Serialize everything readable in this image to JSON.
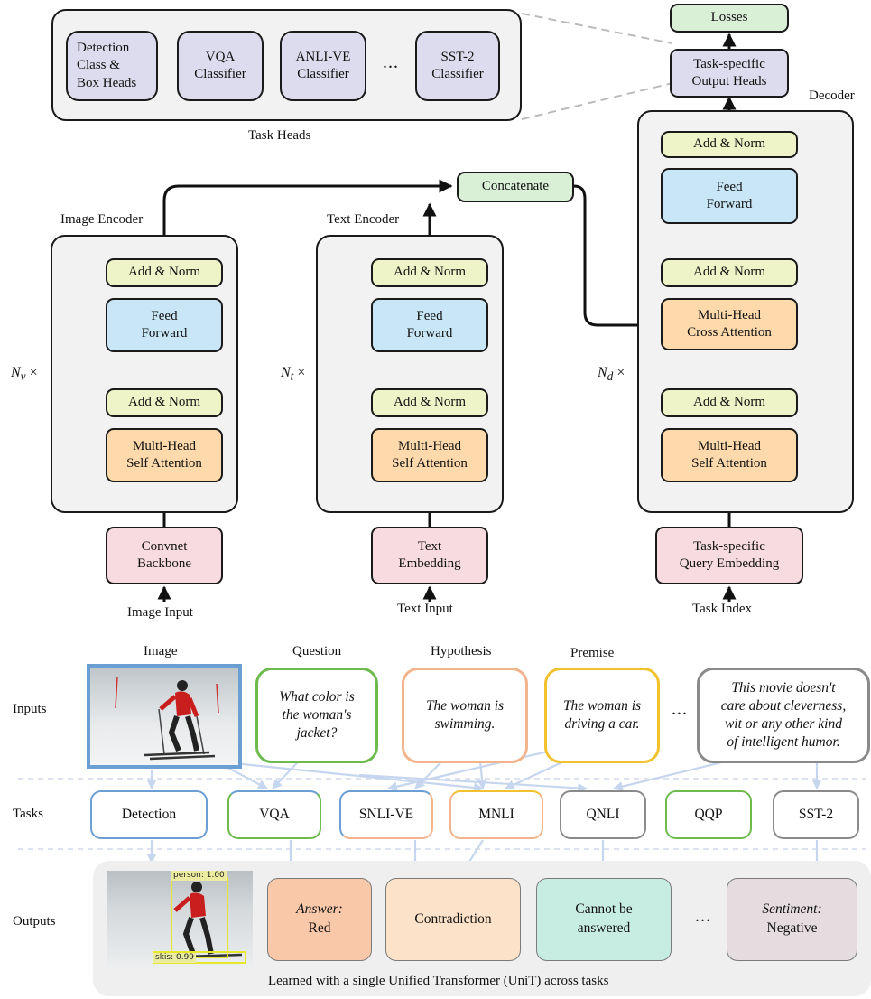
{
  "top": {
    "task_heads_caption": "Task Heads",
    "heads": [
      "Detection\nClass &\nBox Heads",
      "VQA\nClassifier",
      "ANLI-VE\nClassifier",
      "SST-2\nClassifier"
    ],
    "heads_ellipsis": "...",
    "losses": "Losses",
    "output_heads": "Task-specific\nOutput Heads",
    "decoder_title": "Decoder",
    "concatenate": "Concatenate",
    "image_encoder": {
      "title": "Image Encoder",
      "repeat": "N",
      "repeat_sub": "v",
      "repeat_times": " ×",
      "add_norm_top": "Add & Norm",
      "feed_forward": "Feed\nForward",
      "add_norm_bottom": "Add & Norm",
      "attention": "Multi-Head\nSelf Attention",
      "embedding": "Convnet\nBackbone",
      "input": "Image Input"
    },
    "text_encoder": {
      "title": "Text Encoder",
      "repeat": "N",
      "repeat_sub": "t",
      "repeat_times": " ×",
      "add_norm_top": "Add & Norm",
      "feed_forward": "Feed\nForward",
      "add_norm_bottom": "Add & Norm",
      "attention": "Multi-Head\nSelf Attention",
      "embedding": "Text\nEmbedding",
      "input": "Text Input"
    },
    "decoder": {
      "repeat": "N",
      "repeat_sub": "d",
      "repeat_times": " ×",
      "add_norm_1": "Add & Norm",
      "feed_forward": "Feed\nForward",
      "add_norm_2": "Add & Norm",
      "cross_attention": "Multi-Head\nCross Attention",
      "add_norm_3": "Add & Norm",
      "self_attention": "Multi-Head\nSelf Attention",
      "embedding": "Task-specific\nQuery Embedding",
      "input": "Task Index"
    }
  },
  "bottom": {
    "row_labels": {
      "inputs": "Inputs",
      "tasks": "Tasks",
      "outputs": "Outputs"
    },
    "input_headers": [
      "Image",
      "Question",
      "Hypothesis",
      "Premise"
    ],
    "inputs": {
      "question": "What color is\nthe woman's\njacket?",
      "hypothesis": "The woman is\nswimming.",
      "premise": "The woman is\ndriving a car.",
      "ellipsis": "...",
      "review": "This movie doesn't\ncare about cleverness,\nwit or any other kind\nof intelligent humor."
    },
    "tasks": [
      "Detection",
      "VQA",
      "SNLI-VE",
      "MNLI",
      "QNLI",
      "QQP",
      "SST-2"
    ],
    "detections": {
      "person": "person: 1.00",
      "skis": "skis: 0.99"
    },
    "outputs": {
      "answer_label": "Answer:",
      "answer_value": "Red",
      "contradiction": "Contradiction",
      "cannot": "Cannot be\nanswered",
      "ellipsis": "...",
      "sentiment_label": "Sentiment:",
      "sentiment_value": "Negative"
    },
    "caption": "Learned with a single Unified Transformer (UniT) across tasks"
  },
  "colors": {
    "add_norm": "#eef4c7",
    "feed_forward": "#c8e6f6",
    "attention": "#fdd9ab",
    "embedding": "#f7dbe0",
    "concat_losses": "#d9efd6",
    "heads": "#dcdcee",
    "image_border": "#6b9fd4",
    "question_border": "#6dbb4e",
    "hypothesis_border": "#f2b48c",
    "premise_border": "#f2c12e",
    "review_border": "#8a8a8a",
    "answer_bg": "#f8c8a8",
    "contradiction_bg": "#fbe2c8",
    "cannot_bg": "#c7ece1",
    "sentiment_bg": "#e4dcde"
  }
}
